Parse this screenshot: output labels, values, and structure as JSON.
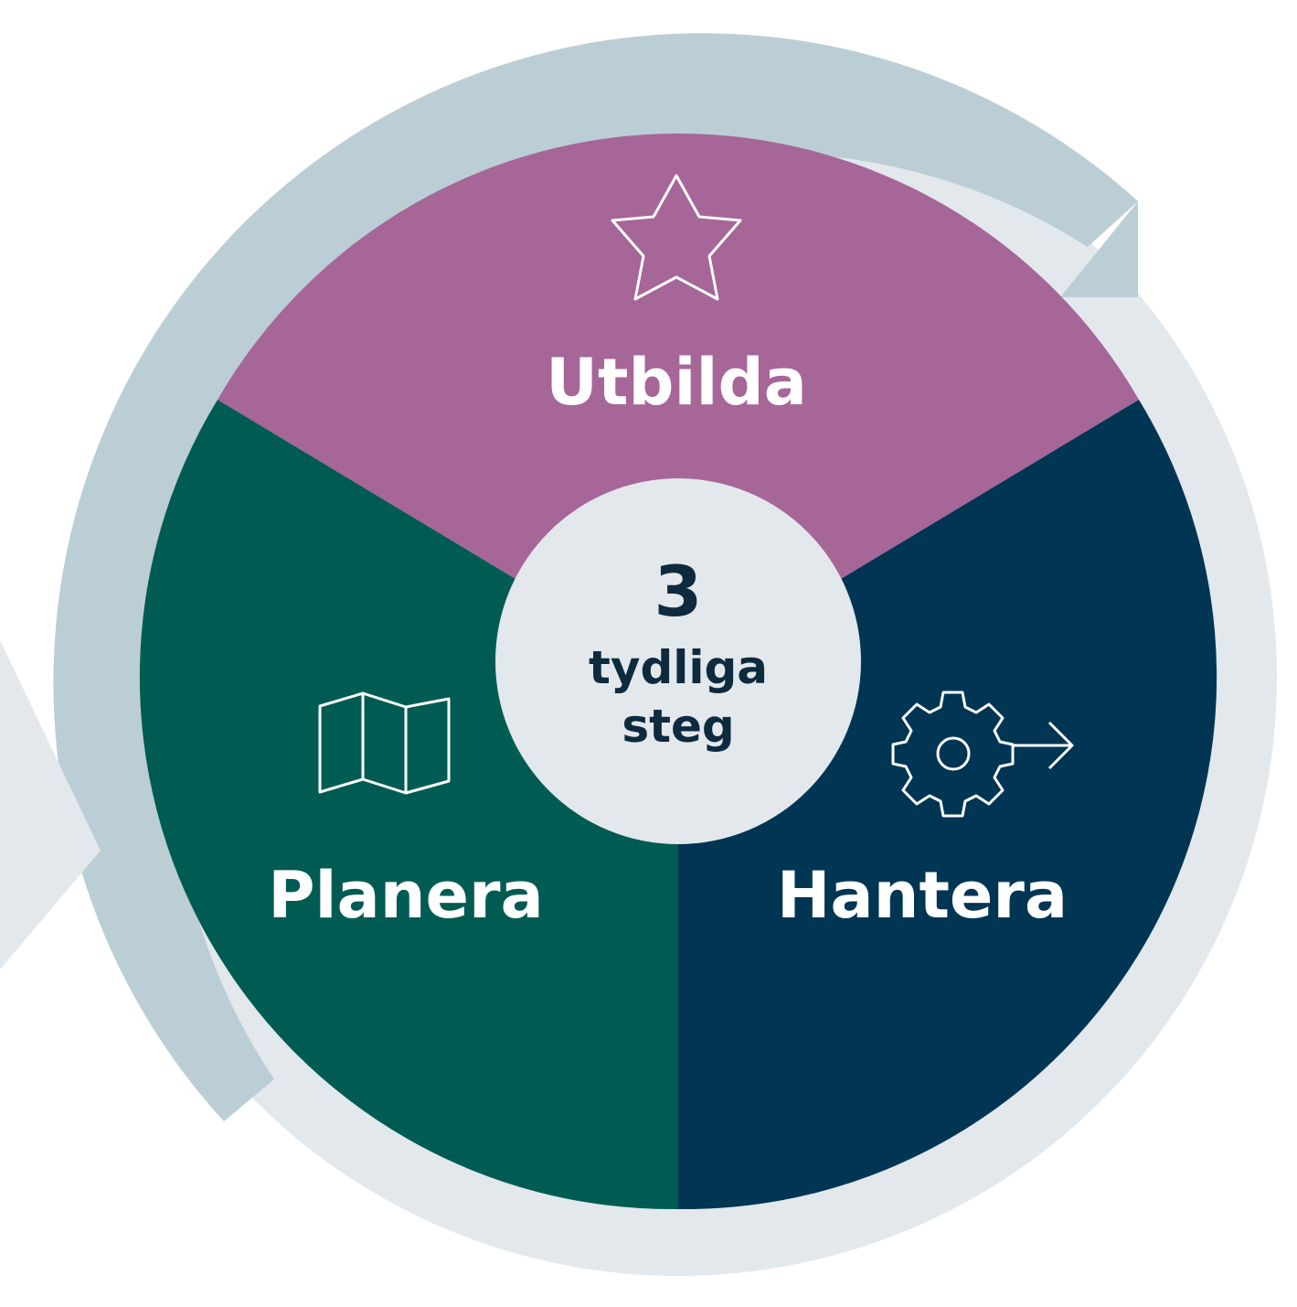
{
  "diagram": {
    "center": {
      "number": "3",
      "line1": "tydliga",
      "line2": "steg"
    },
    "segments": [
      {
        "key": "utbilda",
        "label": "Utbilda",
        "icon": "star-icon",
        "color": "#A66698"
      },
      {
        "key": "hantera",
        "label": "Hantera",
        "icon": "gear-arrow-icon",
        "color": "#003554"
      },
      {
        "key": "planera",
        "label": "Planera",
        "icon": "map-icon",
        "color": "#005C53"
      }
    ],
    "colors": {
      "ring_dark": "#BCCED5",
      "ring_light": "#E3E8EC",
      "center_fill": "#E3E8EC",
      "center_text": "#0E2A3E",
      "icon_stroke": "#FFFFFF"
    }
  }
}
